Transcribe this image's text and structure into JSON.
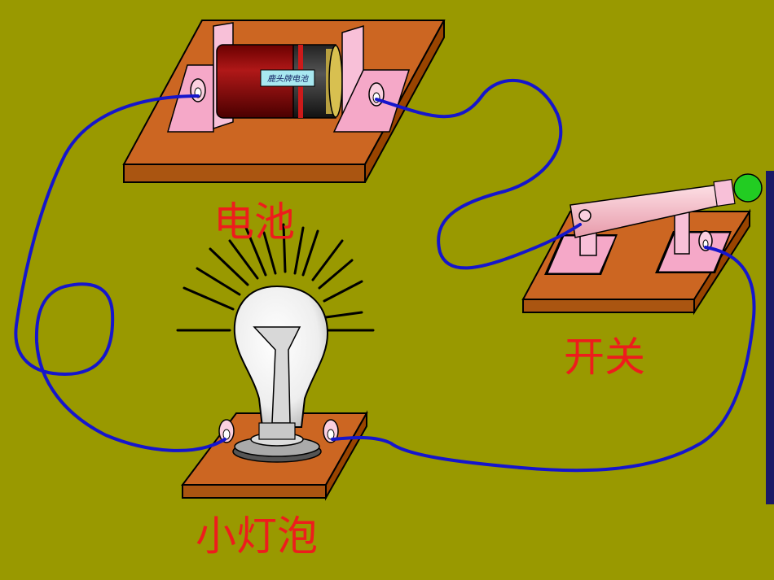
{
  "labels": {
    "battery": "电池",
    "switch": "开关",
    "bulb": "小灯泡"
  },
  "battery_brand": "鹿头牌电池",
  "colors": {
    "background": "#999900",
    "base_top": "#cc6622",
    "base_side": "#aa5511",
    "wire": "#1515cc",
    "label": "#ee1c1c",
    "terminal": "#f5a8c8",
    "battery_body": "#8b0a0a"
  }
}
